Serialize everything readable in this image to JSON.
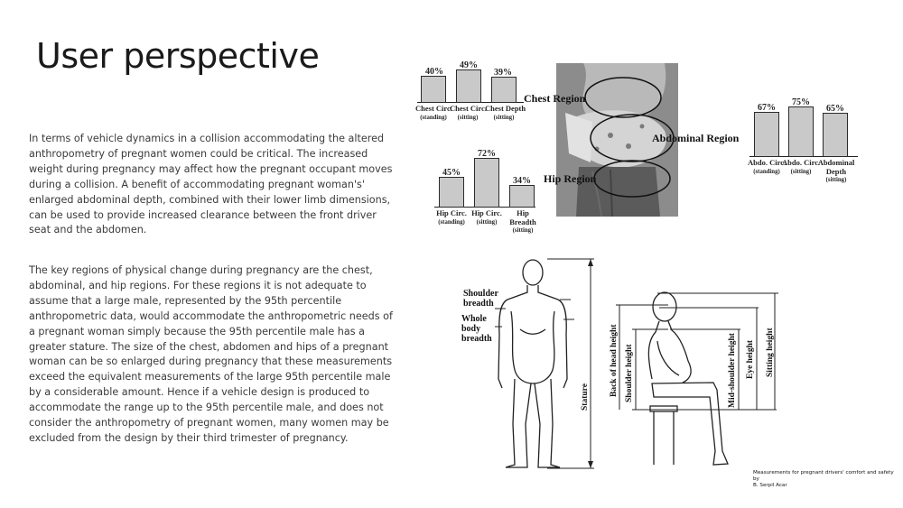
{
  "slide": {
    "title": "User perspective",
    "paragraphs": [
      "In terms of vehicle dynamics in a collision accommodating the altered anthropometry of pregnant women could be critical. The increased weight during pregnancy may affect how the pregnant occupant moves during a collision. A benefit of accommodating pregnant woman's' enlarged abdominal depth, combined with their lower limb dimensions, can be used to provide increased clearance between the front driver seat and the abdomen.",
      "The key regions of physical change during pregnancy are the chest, abdominal, and hip regions. For these regions it is not adequate to assume that a large male, represented by the 95th percentile anthropometric data, would accommodate the anthropometric needs of a pregnant woman simply because the 95th percentile male has a greater stature. The size of the chest, abdomen and hips of a pregnant woman can be so enlarged during pregnancy that these measurements exceed the equivalent measurements of the large 95th percentile male by a considerable amount. Hence if a vehicle design is produced to accommodate the range up to the 95th percentile male, and does not consider the anthropometry of pregnant women, many women may be excluded from the design by their third trimester of pregnancy."
    ]
  },
  "chart_data": [
    {
      "type": "bar",
      "region": "Chest Region",
      "categories": [
        {
          "name": "Chest Circ.",
          "sub": "(standing)"
        },
        {
          "name": "Chest Circ.",
          "sub": "(sitting)"
        },
        {
          "name": "Chest Depth",
          "sub": "(sitting)"
        }
      ],
      "value_labels": [
        "40%",
        "49%",
        "39%"
      ],
      "values": [
        40,
        49,
        39
      ]
    },
    {
      "type": "bar",
      "region": "Abdominal Region",
      "categories": [
        {
          "name": "Abdo. Circ.",
          "sub": "(standing)"
        },
        {
          "name": "Abdo. Circ.",
          "sub": "(sitting)"
        },
        {
          "name": "Abdominal Depth",
          "sub": "(sitting)"
        }
      ],
      "value_labels": [
        "67%",
        "75%",
        "65%"
      ],
      "values": [
        67,
        75,
        65
      ]
    },
    {
      "type": "bar",
      "region": "Hip Region",
      "categories": [
        {
          "name": "Hip Circ.",
          "sub": "(standing)"
        },
        {
          "name": "Hip Circ.",
          "sub": "(sitting)"
        },
        {
          "name": "Hip Breadth",
          "sub": "(sitting)"
        }
      ],
      "value_labels": [
        "45%",
        "72%",
        "34%"
      ],
      "values": [
        45,
        72,
        34
      ]
    }
  ],
  "figure": {
    "standing_labels": [
      "Shoulder breadth",
      "Whole body breadth",
      "Stature"
    ],
    "sitting_labels": [
      "Back of head height",
      "Shoulder height",
      "Mid-shoulder height",
      "Eye height",
      "Sitting height"
    ]
  },
  "credit": {
    "line1": "Measurements for pregnant drivers' comfort and safety",
    "line2": "by",
    "line3": "B. Serpil Acar"
  }
}
